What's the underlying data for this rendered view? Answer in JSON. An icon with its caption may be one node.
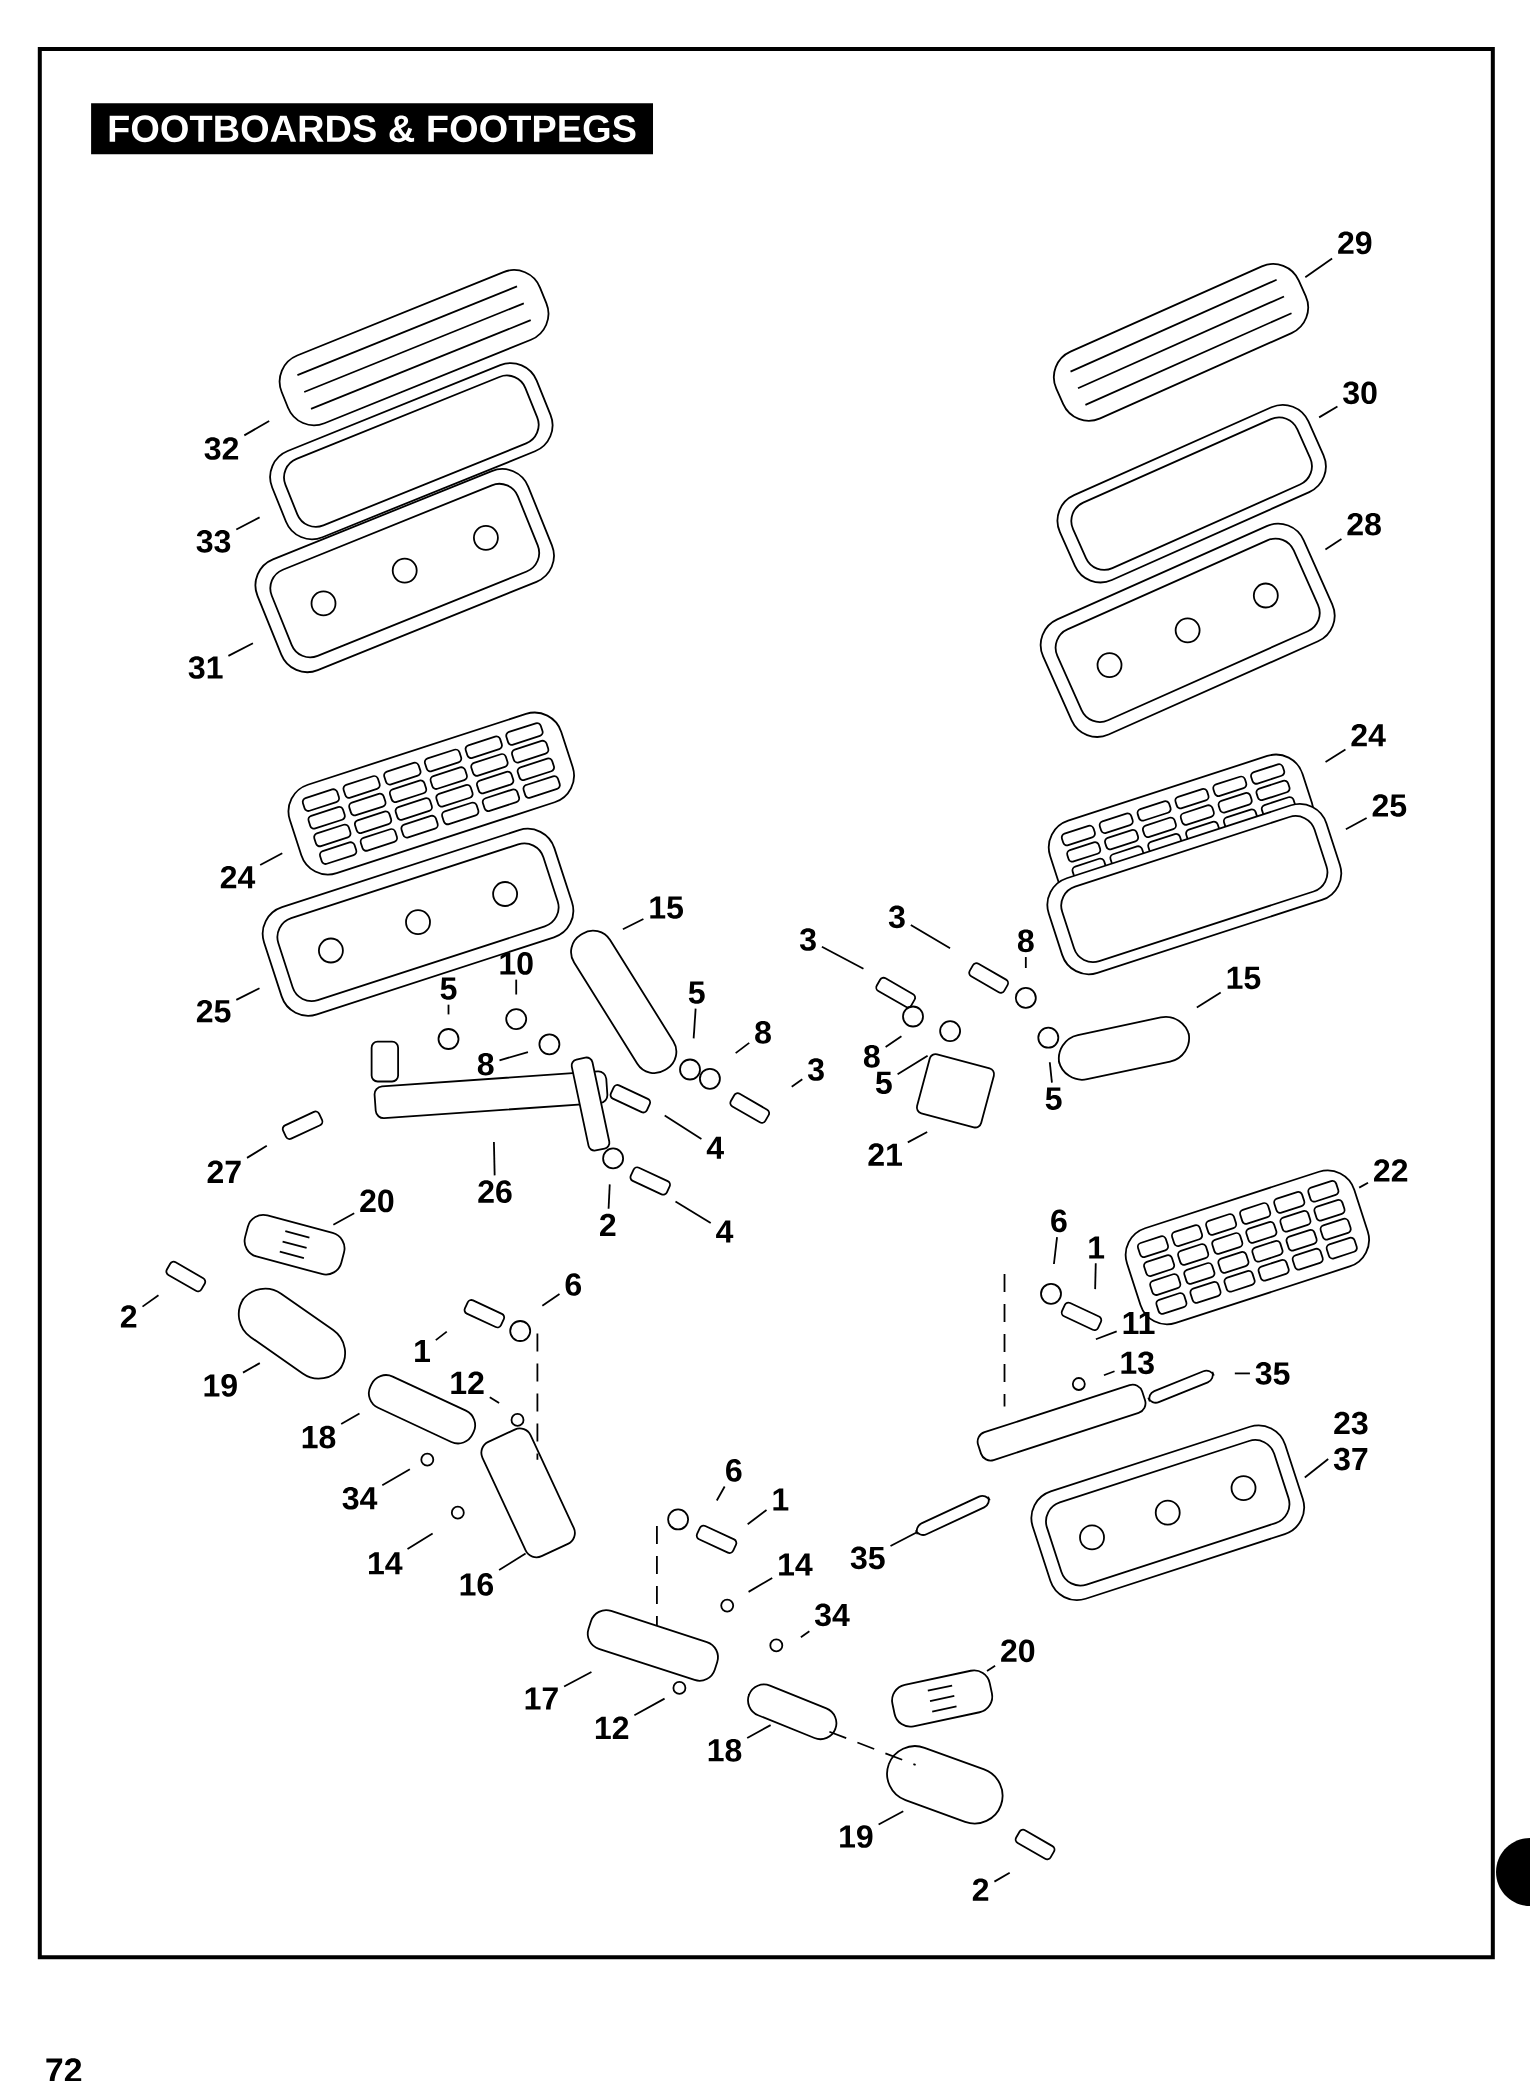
{
  "diagram": {
    "title": "FOOTBOARDS & FOOTPEGS",
    "nodes": [
      {
        "text": [
          "29"
        ]
      },
      {
        "text": [
          "30"
        ]
      },
      {
        "text": [
          "28"
        ]
      },
      {
        "text": [
          "32"
        ]
      },
      {
        "text": [
          "33"
        ]
      },
      {
        "text": [
          "31"
        ]
      },
      {
        "text": [
          "24"
        ]
      },
      {
        "text": [
          "25"
        ]
      },
      {
        "text": [
          "24"
        ]
      },
      {
        "text": [
          "25"
        ]
      },
      {
        "text": [
          "15"
        ]
      },
      {
        "text": [
          "3"
        ]
      },
      {
        "text": [
          "3"
        ]
      },
      {
        "text": [
          "8"
        ]
      },
      {
        "text": [
          "5"
        ]
      },
      {
        "text": [
          "10"
        ]
      },
      {
        "text": [
          "5"
        ]
      },
      {
        "text": [
          "8"
        ]
      },
      {
        "text": [
          "3"
        ]
      },
      {
        "text": [
          "8"
        ]
      },
      {
        "text": [
          "8"
        ]
      },
      {
        "text": [
          "5"
        ]
      },
      {
        "text": [
          "15"
        ]
      },
      {
        "text": [
          "5"
        ]
      },
      {
        "text": [
          "4"
        ]
      },
      {
        "text": [
          "27"
        ]
      },
      {
        "text": [
          "26"
        ]
      },
      {
        "text": [
          "21"
        ]
      },
      {
        "text": [
          "2"
        ]
      },
      {
        "text": [
          "4"
        ]
      },
      {
        "text": [
          "22"
        ]
      },
      {
        "text": [
          "20"
        ]
      },
      {
        "text": [
          "6"
        ]
      },
      {
        "text": [
          "1"
        ]
      },
      {
        "text": [
          "2"
        ]
      },
      {
        "text": [
          "6"
        ]
      },
      {
        "text": [
          "1"
        ]
      },
      {
        "text": [
          "11"
        ]
      },
      {
        "text": [
          "12"
        ]
      },
      {
        "text": [
          "13"
        ]
      },
      {
        "text": [
          "35"
        ]
      },
      {
        "text": [
          "19"
        ]
      },
      {
        "text": [
          "18"
        ]
      },
      {
        "text": [
          "23",
          "37"
        ]
      },
      {
        "text": [
          "34"
        ]
      },
      {
        "text": [
          "6"
        ]
      },
      {
        "text": [
          "1"
        ]
      },
      {
        "text": [
          "35"
        ]
      },
      {
        "text": [
          "14"
        ]
      },
      {
        "text": [
          "16"
        ]
      },
      {
        "text": [
          "14"
        ]
      },
      {
        "text": [
          "34"
        ]
      },
      {
        "text": [
          "20"
        ]
      },
      {
        "text": [
          "17"
        ]
      },
      {
        "text": [
          "12"
        ]
      },
      {
        "text": [
          "18"
        ]
      },
      {
        "text": [
          "19"
        ]
      },
      {
        "text": [
          "2"
        ]
      }
    ],
    "edges": [
      {
        "from": 0,
        "to": null,
        "arrow": "none"
      },
      {
        "from": 1,
        "to": null,
        "arrow": "none"
      },
      {
        "from": 2,
        "to": null,
        "arrow": "none"
      },
      {
        "from": 3,
        "to": null,
        "arrow": "none"
      },
      {
        "from": 4,
        "to": null,
        "arrow": "none"
      },
      {
        "from": 5,
        "to": null,
        "arrow": "none"
      },
      {
        "from": 6,
        "to": null,
        "arrow": "none"
      },
      {
        "from": 7,
        "to": null,
        "arrow": "none"
      },
      {
        "from": 8,
        "to": null,
        "arrow": "none"
      },
      {
        "from": 9,
        "to": null,
        "arrow": "none"
      },
      {
        "from": 10,
        "to": null,
        "arrow": "none"
      },
      {
        "from": 11,
        "to": null,
        "arrow": "none"
      },
      {
        "from": 12,
        "to": null,
        "arrow": "none"
      },
      {
        "from": 13,
        "to": null,
        "arrow": "none"
      },
      {
        "from": 14,
        "to": null,
        "arrow": "none"
      },
      {
        "from": 15,
        "to": null,
        "arrow": "none"
      },
      {
        "from": 16,
        "to": null,
        "arrow": "none"
      },
      {
        "from": 17,
        "to": null,
        "arrow": "none"
      },
      {
        "from": 18,
        "to": null,
        "arrow": "none"
      },
      {
        "from": 19,
        "to": null,
        "arrow": "none"
      },
      {
        "from": 20,
        "to": null,
        "arrow": "none"
      },
      {
        "from": 21,
        "to": null,
        "arrow": "none"
      },
      {
        "from": 22,
        "to": null,
        "arrow": "none"
      },
      {
        "from": 23,
        "to": null,
        "arrow": "none"
      },
      {
        "from": 24,
        "to": null,
        "arrow": "none"
      },
      {
        "from": 25,
        "to": null,
        "arrow": "none"
      },
      {
        "from": 26,
        "to": null,
        "arrow": "none"
      },
      {
        "from": 27,
        "to": null,
        "arrow": "none"
      },
      {
        "from": 28,
        "to": null,
        "arrow": "none"
      },
      {
        "from": 29,
        "to": null,
        "arrow": "none"
      },
      {
        "from": 30,
        "to": null,
        "arrow": "none"
      },
      {
        "from": 31,
        "to": null,
        "arrow": "none"
      },
      {
        "from": 32,
        "to": null,
        "arrow": "none"
      },
      {
        "from": 33,
        "to": null,
        "arrow": "none"
      },
      {
        "from": 34,
        "to": null,
        "arrow": "none"
      },
      {
        "from": 35,
        "to": null,
        "arrow": "none"
      },
      {
        "from": 36,
        "to": null,
        "arrow": "none"
      },
      {
        "from": 37,
        "to": null,
        "arrow": "none"
      },
      {
        "from": 38,
        "to": null,
        "arrow": "none"
      },
      {
        "from": 39,
        "to": null,
        "arrow": "none"
      },
      {
        "from": 40,
        "to": null,
        "arrow": "none"
      },
      {
        "from": 41,
        "to": null,
        "arrow": "none"
      },
      {
        "from": 42,
        "to": null,
        "arrow": "none"
      },
      {
        "from": 43,
        "to": null,
        "arrow": "none"
      },
      {
        "from": 44,
        "to": null,
        "arrow": "none"
      },
      {
        "from": 45,
        "to": null,
        "arrow": "none"
      },
      {
        "from": 46,
        "to": null,
        "arrow": "none"
      },
      {
        "from": 47,
        "to": null,
        "arrow": "none"
      },
      {
        "from": 48,
        "to": null,
        "arrow": "none"
      },
      {
        "from": 49,
        "to": null,
        "arrow": "none"
      },
      {
        "from": 50,
        "to": null,
        "arrow": "none"
      },
      {
        "from": 51,
        "to": null,
        "arrow": "none"
      },
      {
        "from": 52,
        "to": null,
        "arrow": "none"
      },
      {
        "from": 53,
        "to": null,
        "arrow": "none"
      },
      {
        "from": 54,
        "to": null,
        "arrow": "none"
      },
      {
        "from": 55,
        "to": null,
        "arrow": "none"
      },
      {
        "from": 56,
        "to": null,
        "arrow": "none"
      },
      {
        "from": 57,
        "to": null,
        "arrow": "none"
      }
    ],
    "labels": [
      "72"
    ]
  }
}
